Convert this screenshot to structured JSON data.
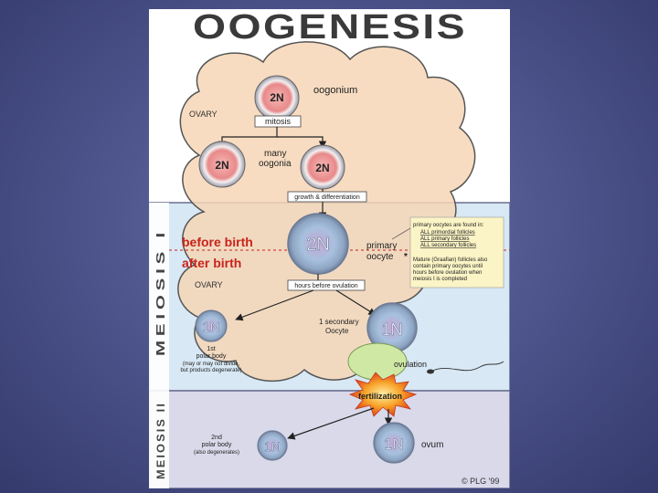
{
  "title": "OOGENESIS",
  "copyright": "© PLG '99",
  "sections": {
    "meiosis1": "MEIOSIS I",
    "meiosis2": "MEIOSIS II"
  },
  "ovary_top": "OVARY",
  "ovary_bottom": "OVARY",
  "oogonium": {
    "ploidy": "2N",
    "label": "oogonium"
  },
  "mitosis": "mitosis",
  "many_oogonia": {
    "line1": "many",
    "line2": "oogonia"
  },
  "oogonia_ploidy": [
    "2N",
    "2N"
  ],
  "growth": "growth & differentiation",
  "primary_oocyte": {
    "ploidy": "2N",
    "line1": "primary",
    "line2": "oocyte"
  },
  "birth": {
    "before": "before birth",
    "after": "after birth"
  },
  "hours_before_ovulation": "hours before ovulation",
  "primary_note": {
    "line1": "primary oocytes are found in:",
    "line2": "ALL primordial follicles",
    "line3": "ALL primary follicles",
    "line4": "ALL secondary follicles"
  },
  "mature_note": {
    "line1": "Mature (Graafian) follicles also",
    "line2": "contain primary oocytes until",
    "line3": "hours before ovulation when",
    "line4": "meiosis I is completed"
  },
  "first_polar_body": {
    "ploidy": "1N",
    "line1": "1st",
    "line2": "polar body",
    "line3": "(may or may not divide,",
    "line4": "but products degenerate)"
  },
  "secondary_oocyte": {
    "ploidy": "1N",
    "line1": "1 secondary",
    "line2": "Oocyte"
  },
  "ovulation": "ovulation",
  "fertilization": "fertilization",
  "second_polar_body": {
    "ploidy": "1N",
    "line1": "2nd",
    "line2": "polar body",
    "line3": "(also degenerates)"
  },
  "ovum": {
    "ploidy": "1N",
    "label": "ovum"
  },
  "colors": {
    "ovary_fill": "#f6d6b6",
    "meiosis1_band": "#d8e8f4",
    "meiosis2_band": "#d9d9ea",
    "before_after_text": "#c8241a",
    "note_box": "#fbf4c6",
    "burst": "#f07a1c"
  }
}
